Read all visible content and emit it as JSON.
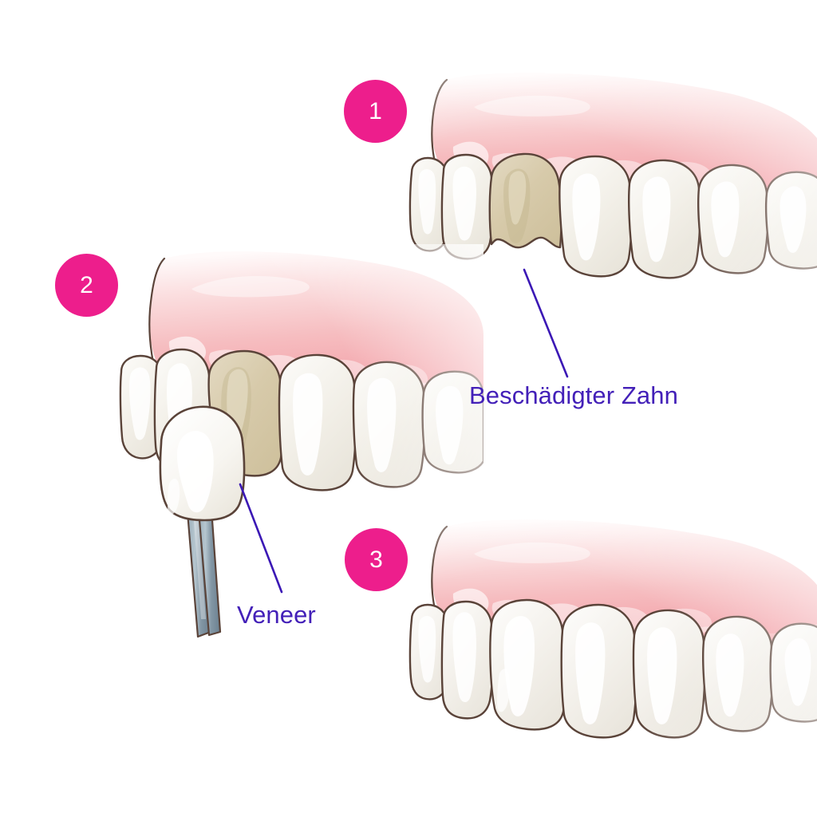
{
  "illustration": {
    "title": "Veneer procedure three step dental illustration",
    "background_color": "#FFFFFF",
    "badge_color": "#ED1E8C",
    "badge_text_color": "#FFFFFF",
    "callout_color": "#4320B8",
    "leader_line_color": "#3B18B5",
    "gum_color_top": "#FDF4F4",
    "gum_color_bottom": "#F4A8AE",
    "gum_outline_color": "#5A4339",
    "tooth_fill": "#F2EFE8",
    "tooth_highlight": "#FFFFFF",
    "tooth_outline_color": "#5A4339",
    "damaged_tooth_fill": "#DBD0B4",
    "damaged_tooth_shade": "#C8BC9C",
    "tweezer_fill": "#8FA3B0",
    "tweezer_shade": "#6E8494",
    "veneer_fill": "#FDFCFA"
  },
  "steps": [
    {
      "number": "1",
      "name": "damaged-tooth-step",
      "caption": "Beschädigter Zahn",
      "description": "Zahnreihe mit einem verfärbten und abgesplitterten Zahn"
    },
    {
      "number": "2",
      "name": "veneer-placement-step",
      "caption": "Veneer",
      "description": "Veneer wird mit einer Pinzette vor den beschädigten Zahn gehalten"
    },
    {
      "number": "3",
      "name": "result-step",
      "caption": "",
      "description": "Zahnreihe nach dem Einsetzen des Veneers"
    }
  ],
  "callouts": [
    {
      "id": "damaged",
      "label": "Beschädigter Zahn"
    },
    {
      "id": "veneer",
      "label": "Veneer"
    }
  ],
  "badges": [
    {
      "label": "1"
    },
    {
      "label": "2"
    },
    {
      "label": "3"
    }
  ]
}
